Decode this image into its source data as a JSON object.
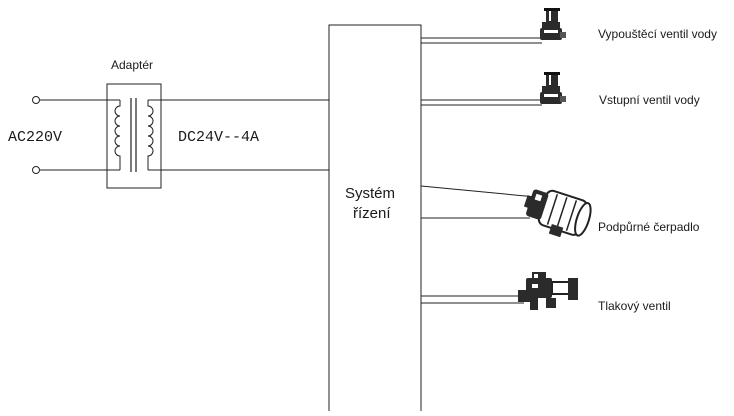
{
  "adapter": {
    "label": "Adaptér",
    "input_label": "AC220V",
    "output_label": "DC24V--4A"
  },
  "controller": {
    "line1": "Systém",
    "line2": "řízení"
  },
  "components": [
    {
      "label": "Vypouštěcí ventil vody",
      "icon": "drain-valve-icon"
    },
    {
      "label": "Vstupní ventil vody",
      "icon": "inlet-valve-icon"
    },
    {
      "label": "Podpůrné čerpadlo",
      "icon": "booster-pump-icon"
    },
    {
      "label": "Tlakový ventil",
      "icon": "pressure-valve-icon"
    }
  ],
  "colors": {
    "line": "#222222",
    "component": "#2b2b2b"
  }
}
